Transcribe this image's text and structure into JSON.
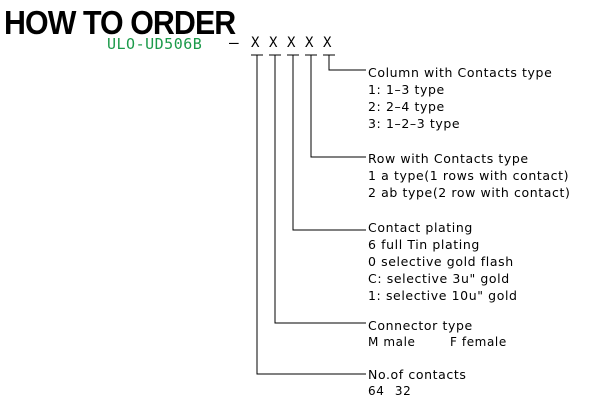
{
  "title": "HOW TO ORDER",
  "part_code": {
    "prefix": "ULO-UD506B",
    "separator": "—",
    "slot_char": "X",
    "slot_count": 5,
    "prefix_color": "#1b9a4a"
  },
  "fields": [
    {
      "heading": "Column with Contacts type",
      "options": [
        "1: 1–3 type",
        "2: 2–4 type",
        "3: 1–2–3 type"
      ]
    },
    {
      "heading": "Row with Contacts type",
      "options": [
        "1  a type(1 rows with contact)",
        "2  ab type(2 row with contact)"
      ]
    },
    {
      "heading": "Contact plating",
      "options": [
        "6  full Tin plating",
        "0  selective gold flash",
        "C: selective 3u\" gold",
        "1: selective 10u\" gold"
      ]
    },
    {
      "heading": "Connector type",
      "options": [
        "M male",
        "F female"
      ]
    },
    {
      "heading": "No.of contacts",
      "options": [
        "64",
        "32"
      ]
    }
  ]
}
